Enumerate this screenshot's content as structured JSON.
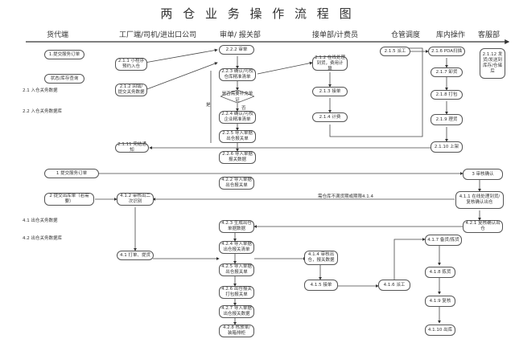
{
  "title": "两 仓 业 务 操 作 流 程 图",
  "lanes": [
    "货代端",
    "工厂端/司机/进出口公司",
    "审单/ 报关部",
    "接单部/计费员",
    "仓管调度",
    "库内操作",
    "客服部"
  ],
  "nodes": {
    "n1": "1.提交服务订单",
    "n2": "状态/库存查询",
    "n3": "2.1.1 小程序预约入仓",
    "n4": "2.1.2 回填/提交关务数据",
    "n5": "2.2.2 审单",
    "n6": "2.2.3 确认/可校仓库精准清单",
    "n7": "是否需要补充单证",
    "n8": "2.2.4 确认/可校企业精准清单",
    "n9": "2.2.5 导入单据出仓报关单",
    "n10": "2.2.6 导入单据报关数据",
    "n11": "2.1.11 完结通知",
    "n12": "2.1.2 在线处理到货，费用计算",
    "n13": "2.1.3 接单",
    "n14": "2.1.4 计费",
    "n15": "2.1.5 派工",
    "n16": "2.1.6 PDA扫描",
    "n17": "2.1.7 卸货",
    "n18": "2.1.8 打包",
    "n19": "2.1.9 理货",
    "n20": "2.1.10 上架",
    "n21": "2.1.12 发货/发送到库存/仓储后",
    "n22": "1 提交服务订单",
    "n23": "2 提交出库单（若需要）",
    "n24": "4.1.2 审核出二次识别",
    "n25": "4.2.2 导入单据出仓报关单",
    "n26": "4.2.3 生成出仓单据数据",
    "n27": "4.2.4 导入单据出仓报关清单",
    "n28": "4.2.5 导入单据出仓报关单",
    "n29": "4.2.6 出仓报关打包报关单",
    "n30": "4.2.7 导入单据出仓报关数据",
    "n31": "4.2.8 核放单/装箱排柜",
    "n32": "4.1 打单、提货",
    "n33": "4.1.4 审核出仓，报关数据",
    "n34": "4.1.5 接单",
    "n35": "4.1.6 派工",
    "n36": "3 审核确认",
    "n37": "4.1.1 在线处理到货/复核确认出仓",
    "n38": "4.2.1 复核确认出仓",
    "n39": "4.1.7 备货/拣货",
    "n40": "4.1.8 拣货",
    "n41": "4.1.9 复核",
    "n42": "4.1.10 出库"
  },
  "notes": {
    "a": "2.1 入仓关务数据",
    "b": "2.2 入仓关务数据库",
    "c": "4.1 出仓关务数据",
    "d": "4.2 出仓关务数据库",
    "e": "需仓库不满货期或期限4.1.4",
    "yes": "是",
    "no": "否"
  }
}
